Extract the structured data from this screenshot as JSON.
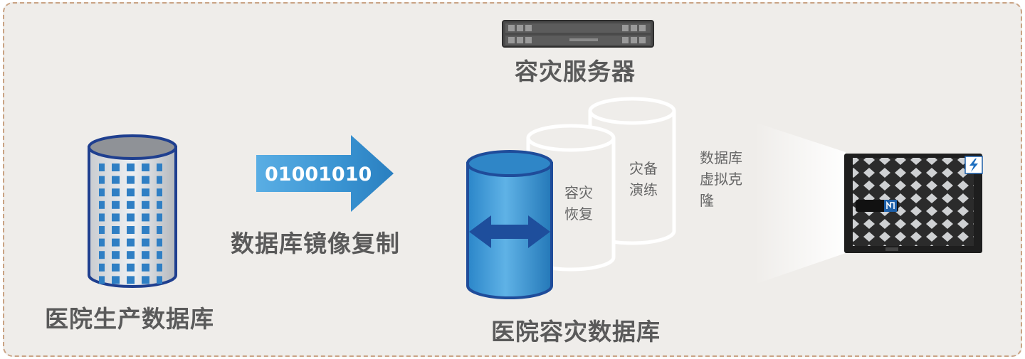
{
  "diagram": {
    "production_db_label": "医院生产数据库",
    "binary_stream": "01001010",
    "mirror_label": "数据库镜像复制",
    "server_label": "容灾服务器",
    "dr_db_label": "医院容灾数据库",
    "recovery_label": "容灾恢复",
    "drill_label": "灾备演练",
    "clone_label": "数据库虚拟克隆"
  },
  "colors": {
    "background": "#efedea",
    "border": "#c9a384",
    "accent_blue": "#2a7fc0",
    "text": "#5a5a5a"
  }
}
